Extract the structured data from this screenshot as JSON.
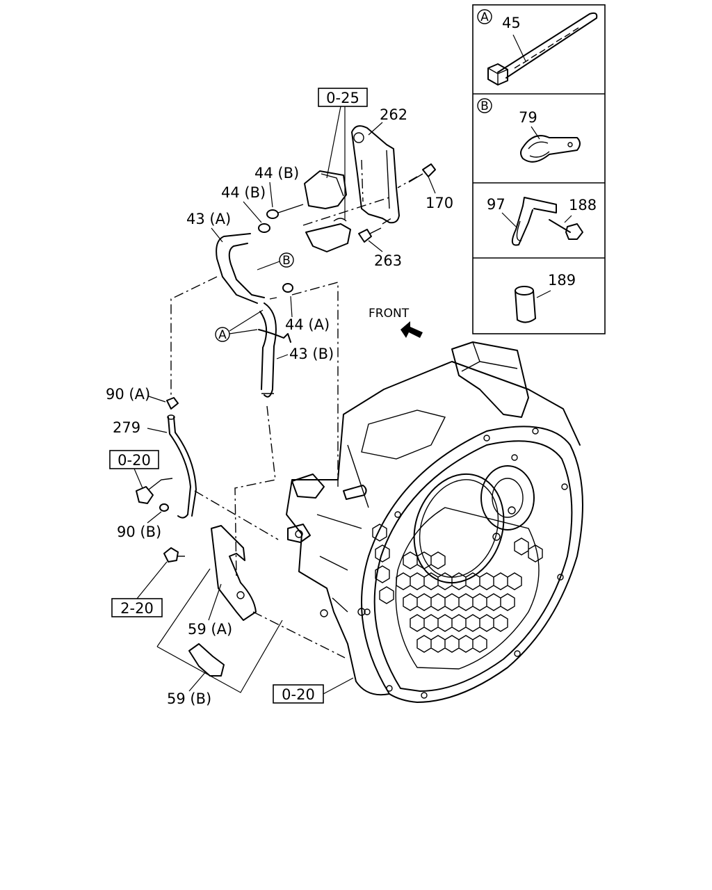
{
  "callouts": {
    "p45": "45",
    "p79": "79",
    "p97": "97",
    "p188": "188",
    "p189": "189",
    "p262": "262",
    "p170": "170",
    "p263": "263",
    "p44b_1": "44 (B)",
    "p44b_2": "44 (B)",
    "p43a": "43 (A)",
    "p44a": "44 (A)",
    "p43b": "43 (B)",
    "p90a": "90 (A)",
    "p279": "279",
    "p90b": "90 (B)",
    "p59a": "59 (A)",
    "p59b": "59 (B)"
  },
  "reference_boxes": {
    "ref_0_25": "0-25",
    "ref_0_20_left": "0-20",
    "ref_2_20": "2-20",
    "ref_0_20_bottom": "0-20"
  },
  "circle_markers": {
    "marker_a_panel": "A",
    "marker_b_panel": "B",
    "marker_a_main": "A",
    "marker_b_main": "B"
  },
  "front_label": "FRONT"
}
